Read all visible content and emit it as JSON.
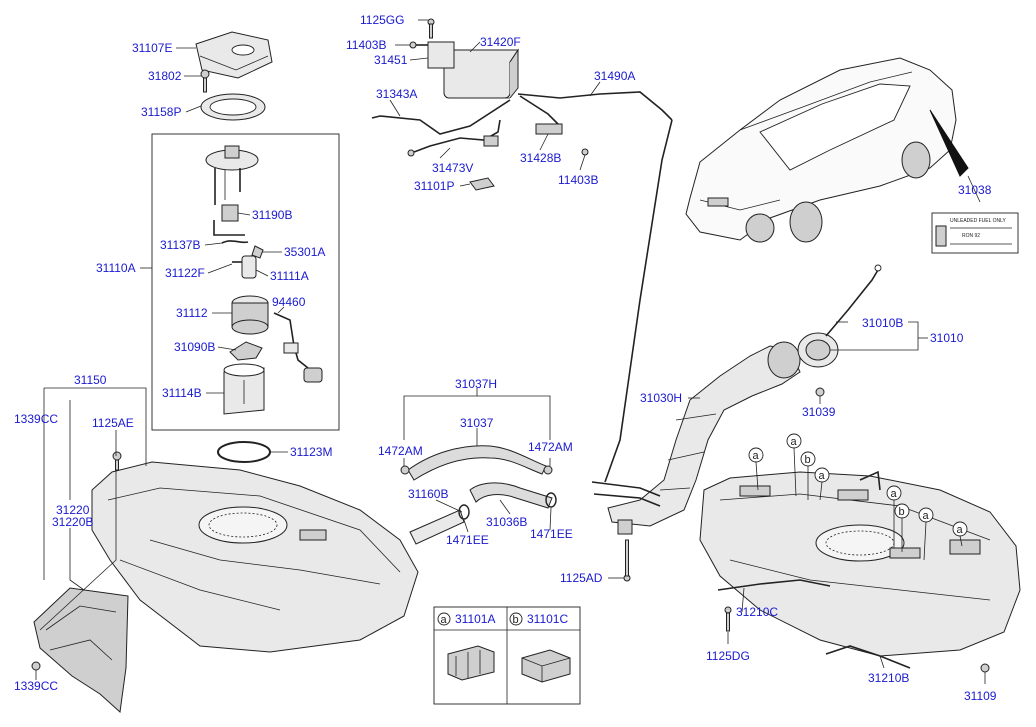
{
  "labels": {
    "l31107E": "31107E",
    "l31802": "31802",
    "l31158P": "31158P",
    "l31110A": "31110A",
    "l31190B": "31190B",
    "l31137B": "31137B",
    "l35301A": "35301A",
    "l31122F": "31122F",
    "l31111A": "31111A",
    "l94460": "94460",
    "l31112": "31112",
    "l31090B": "31090B",
    "l31114B": "31114B",
    "l31123M": "31123M",
    "l31150": "31150",
    "l1339CC_top": "1339CC",
    "l1125AE": "1125AE",
    "l31220": "31220",
    "l31220B": "31220B",
    "l1339CC_bot": "1339CC",
    "l1125GG": "1125GG",
    "l11403B_top": "11403B",
    "l31451": "31451",
    "l31420F": "31420F",
    "l31343A": "31343A",
    "l31490A": "31490A",
    "l31473V": "31473V",
    "l31101P": "31101P",
    "l31428B": "31428B",
    "l11403B_bot": "11403B",
    "l31037H": "31037H",
    "l31037": "31037",
    "l1472AM_left": "1472AM",
    "l1472AM_right": "1472AM",
    "l31160B": "31160B",
    "l31036B": "31036B",
    "l1471EE_left": "1471EE",
    "l1471EE_right": "1471EE",
    "l1125AD": "1125AD",
    "l31030H": "31030H",
    "l31039": "31039",
    "l31010B": "31010B",
    "l31010": "31010",
    "l31038": "31038",
    "l31210C": "31210C",
    "l1125DG": "1125DG",
    "l31210B": "31210B",
    "l31109": "31109"
  },
  "callouts": {
    "a": "a",
    "b": "b"
  },
  "legend": {
    "a_letter": "a",
    "a_part": "31101A",
    "b_letter": "b",
    "b_part": "31101C"
  },
  "fuel_label_tag": {
    "line1": "UNLEADED FUEL ONLY",
    "line2": "RON 92"
  }
}
